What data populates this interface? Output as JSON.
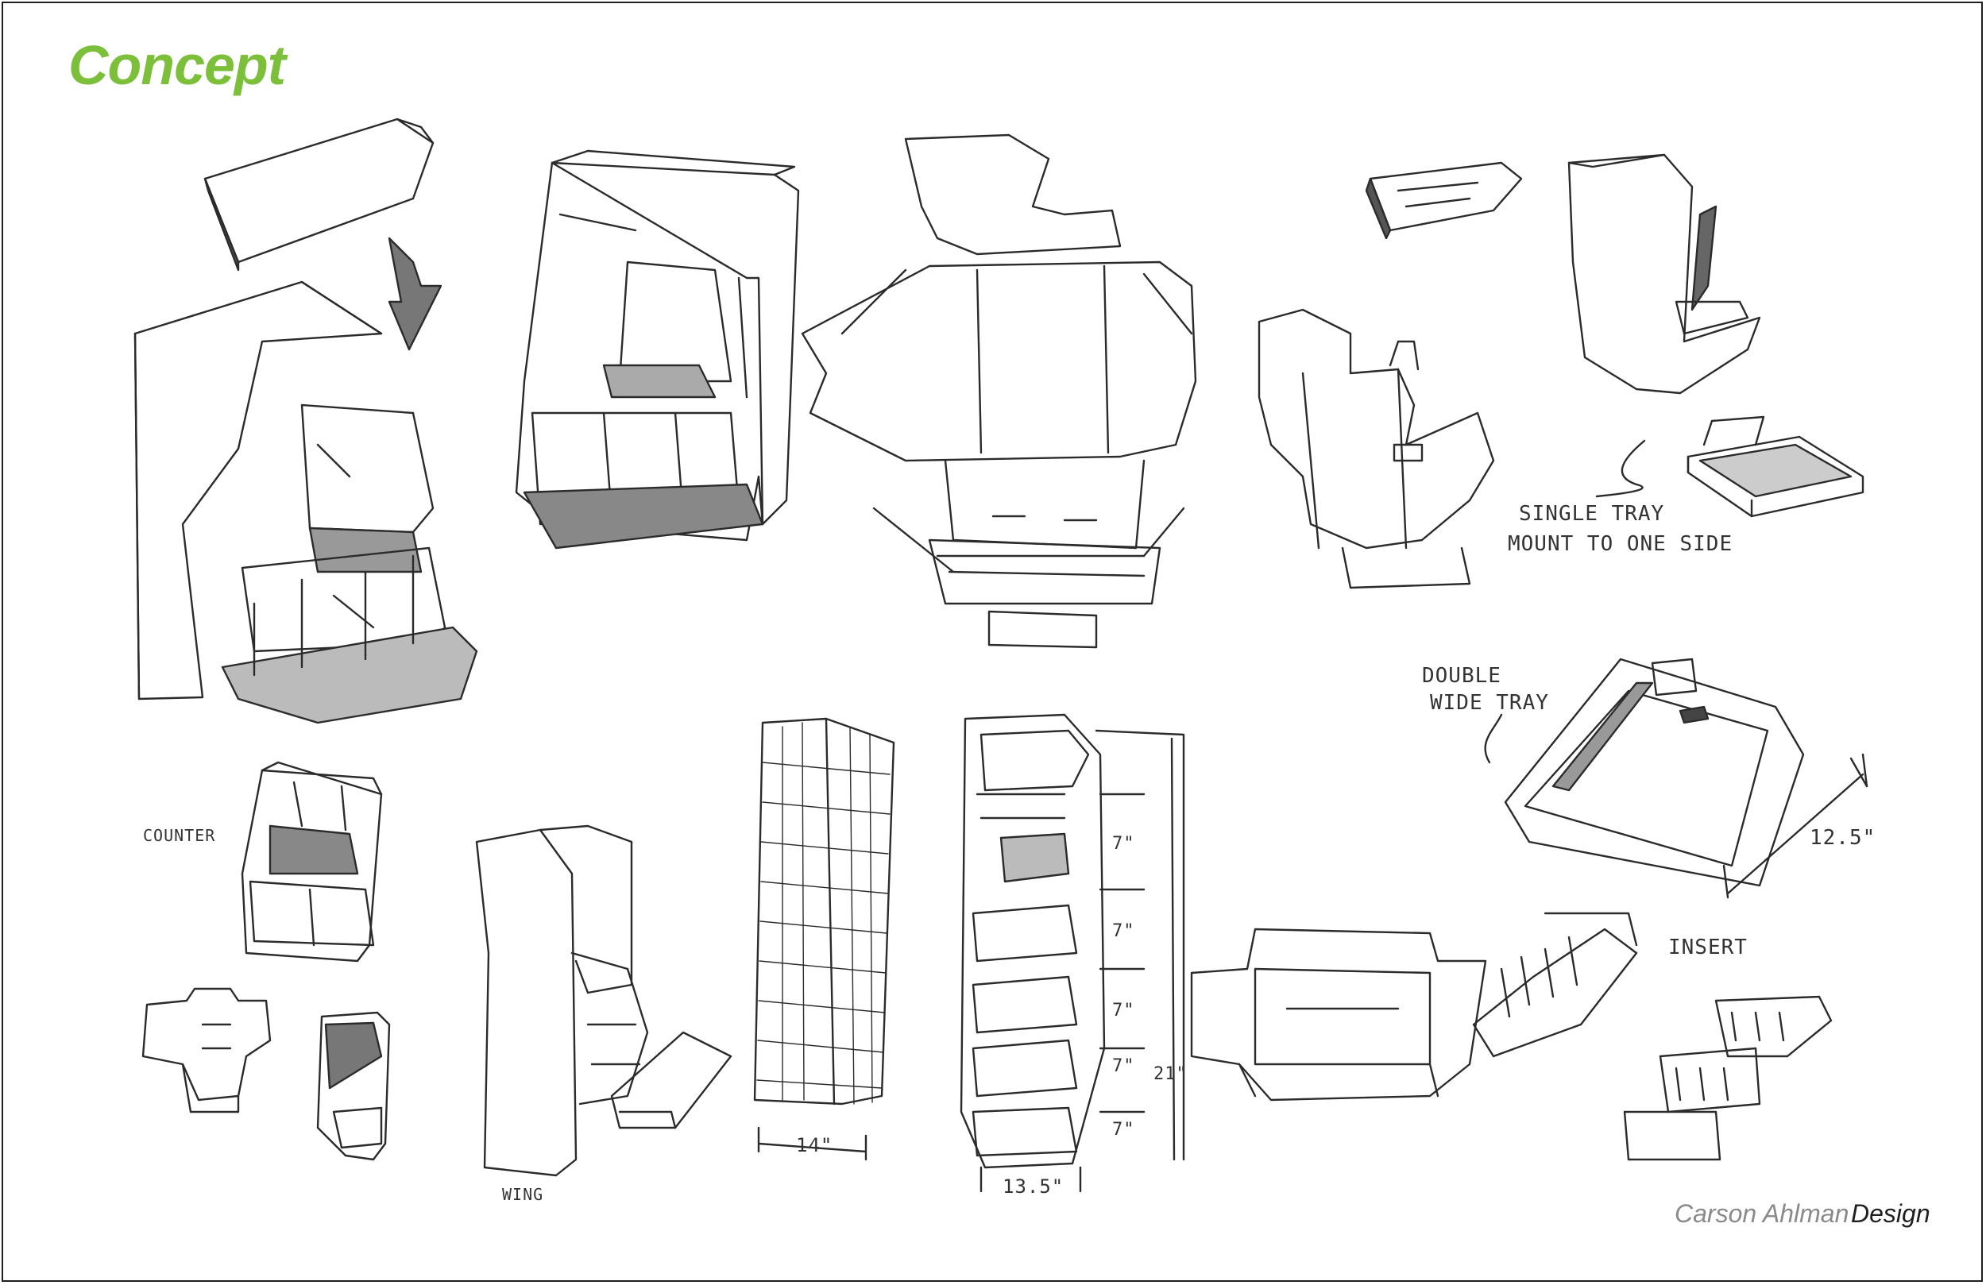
{
  "page": {
    "title": "Concept",
    "accent_color": "#7cbf3a",
    "ink_color": "#2b2b2b"
  },
  "annotations": {
    "single_tray_line1": "SINGLE TRAY",
    "single_tray_line2": "MOUNT TO ONE SIDE",
    "double_tray_line1": "DOUBLE",
    "double_tray_line2": "WIDE TRAY",
    "counter": "COUNTER",
    "wing": "WING",
    "insert": "INSERT"
  },
  "dimensions": {
    "tray_width": "12.5\"",
    "tower_width": "14\"",
    "tower_depth": "13.5\"",
    "shelf_spacing": [
      "7\"",
      "7\"",
      "7\"",
      "7\"",
      "7\""
    ],
    "tower_height": "21\""
  },
  "credit": {
    "name": "Carson Ahlman",
    "role": "Design"
  }
}
